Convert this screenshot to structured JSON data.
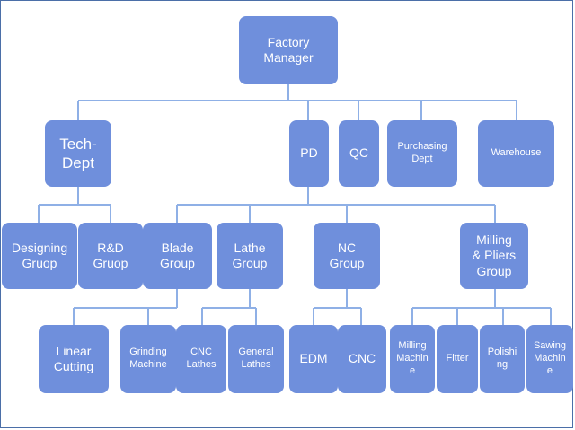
{
  "org_chart": {
    "root": "Factory\nManager",
    "level1": {
      "tech": "Tech-\nDept",
      "pd": "PD",
      "qc": "QC",
      "purchasing": "Purchasing\nDept",
      "warehouse": "Warehouse"
    },
    "level2": {
      "designing": "Designing\nGruop",
      "rd": "R&D\nGruop",
      "blade": "Blade\nGroup",
      "lathe": "Lathe\nGroup",
      "nc": "NC\nGroup",
      "milling_pliers": "Milling\n& Pliers\nGroup"
    },
    "level3": {
      "linear_cutting": "Linear\nCutting",
      "grinding_machine": "Grinding\nMachine",
      "cnc_lathes": "CNC\nLathes",
      "general_lathes": "General\nLathes",
      "edm": "EDM",
      "cnc": "CNC",
      "milling_machine": "Milling\nMachin\ne",
      "fitter": "Fitter",
      "polishing": "Polishi\nng",
      "sawing_machine": "Sawing\nMachin\ne"
    }
  },
  "colors": {
    "node_fill": "#6f8fdc",
    "node_text": "#ffffff",
    "connector": "#8fb0e6",
    "frame": "#4b6fa8"
  }
}
